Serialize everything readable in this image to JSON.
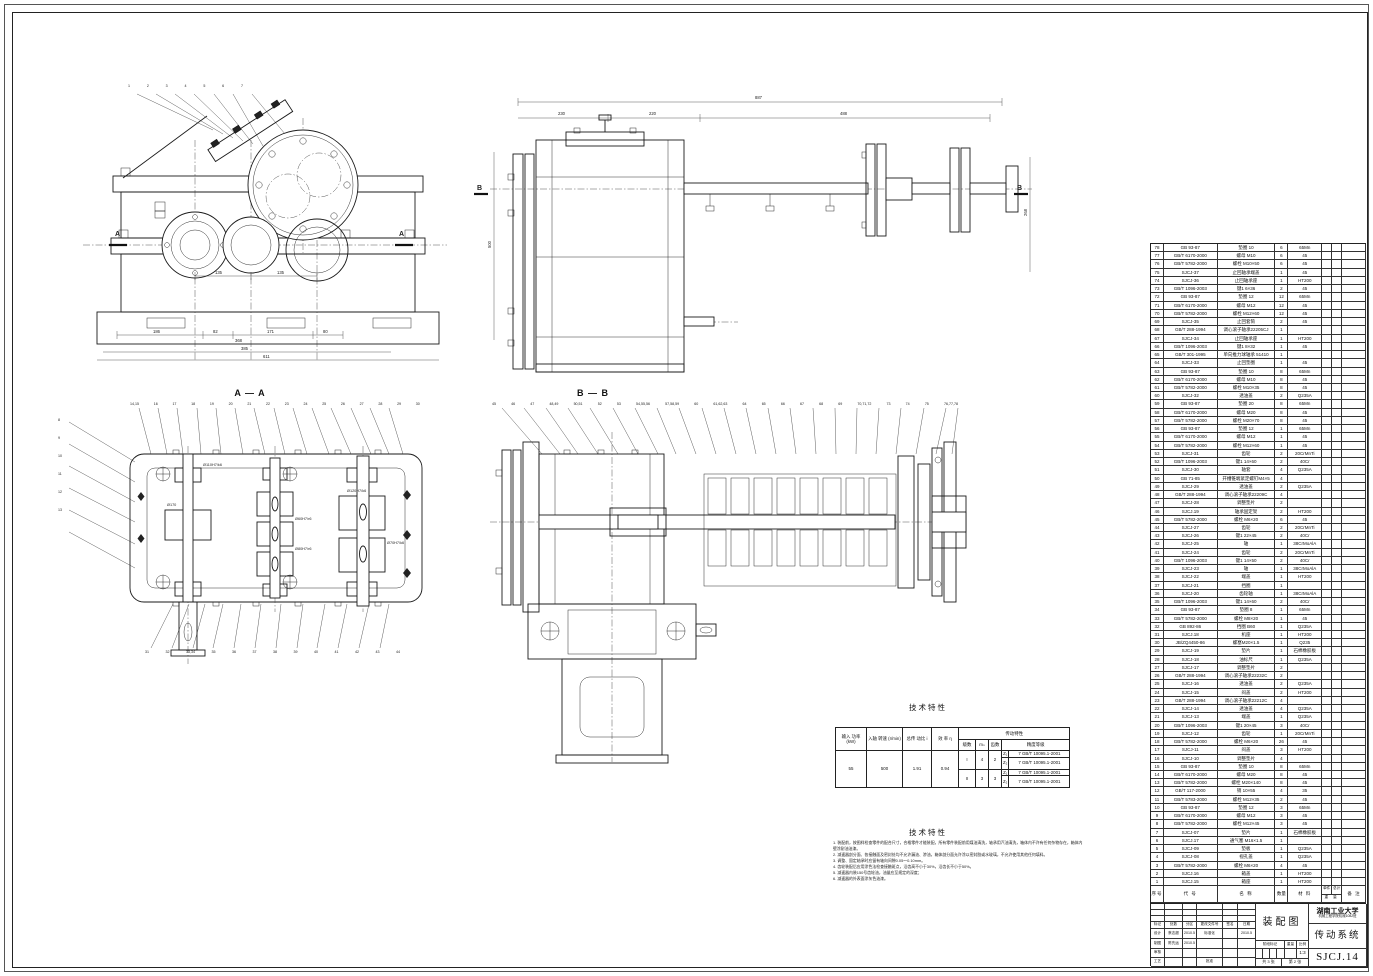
{
  "views": {
    "front": {
      "section_letter": "A",
      "leaders": [
        "1",
        "2",
        "3",
        "4",
        "5",
        "6",
        "7"
      ],
      "dim_centers": [
        "135",
        "135"
      ],
      "dim_base": [
        "186",
        "82",
        "171",
        "80"
      ],
      "dim_overall": [
        "368",
        "385",
        "611"
      ]
    },
    "side": {
      "section_letter": "B",
      "dim_total": "887",
      "dims_top": [
        "230",
        "220",
        "488"
      ],
      "dim_left": "500",
      "dim_right": "268"
    },
    "sectionA": {
      "title": "A — A",
      "leaders_top": [
        "14,15",
        "16",
        "17",
        "18",
        "19",
        "20",
        "21",
        "22",
        "23",
        "24",
        "25",
        "26",
        "27",
        "28",
        "29",
        "30"
      ],
      "leaders_bottom": [
        "31",
        "32",
        "33,34",
        "35",
        "36",
        "37",
        "38",
        "39",
        "40",
        "41",
        "42",
        "43",
        "44"
      ],
      "leaders_left": [
        "8",
        "9",
        "10",
        "11",
        "12",
        "13"
      ],
      "callouts": [
        "Ø110H7/k6",
        "Ø170",
        "Ø60H7/r6",
        "Ø80H7/r6",
        "Ø120H7/k6",
        "Ø70H7/k6"
      ]
    },
    "sectionB": {
      "title": "B — B",
      "leaders_top": [
        "45",
        "46",
        "47",
        "48,49",
        "50,51",
        "52",
        "53",
        "54,55,56",
        "57,58,59",
        "60",
        "61,62,63",
        "64",
        "65",
        "66",
        "67",
        "68",
        "69",
        "70,71,72",
        "73",
        "74",
        "75",
        "76,77,78"
      ]
    }
  },
  "tech_table": {
    "caption": "技术特性",
    "headers": {
      "power": "输入 功率 (kW)",
      "speed": "入轴 转速 (r/min)",
      "ratio": "总传 动比 i",
      "eff": "效 率 η",
      "drive": "传动特性",
      "stage": "级数",
      "module": "mₙ",
      "teeth": "齿数",
      "grade": "精度等级"
    },
    "values": {
      "power": "55",
      "speed": "500",
      "ratio": "1.91",
      "eff": "0.94"
    },
    "stages": [
      {
        "stage": "I",
        "module": "4",
        "teeth": "2",
        "z1": "Z₁",
        "z1_grade": "7 GB/T 10095.1-2001",
        "z2": "Z₂",
        "z2_grade": "7 GB/T 10095.1-2001"
      },
      {
        "stage": "II",
        "module": "3",
        "teeth": "3",
        "z1": "Z₁",
        "z1_grade": "7 GB/T 10095.1-2001",
        "z2": "Z₂",
        "z2_grade": "7 GB/T 10095.1-2001"
      }
    ]
  },
  "notes": {
    "title": "技术特性",
    "items": [
      "1. 装配前，按图样检查零件的配合尺寸，合格零件才能装配，所有零件装配前用煤油清洗，轴承用汽油清洗，箱体内不许有任何杂物存在，箱体内壁涂耐油油漆。",
      "2. 减速器剖分面、各接触面及密封处均不允许漏油、渗油，箱体剖分面允许涂以密封胶或水玻璃，不允许使用其他任何填料。",
      "3. 调整、固定轴承时应留有轴向间隙0.05～0.10mm。",
      "4. 齿轮装配后应用涂色法检查接触斑点，沿齿高不小于30%，沿齿长不小于50%。",
      "5. 减速器内装150号齿轮油，油量应至规定的深度；",
      "6. 减速器的外表面涂灰色油漆。"
    ]
  },
  "bom": {
    "headers": {
      "seq": "序号",
      "code": "代 号",
      "name": "名 称",
      "qty": "数量",
      "material": "材 料",
      "unit": "单件",
      "total": "总计",
      "weight": "重 量",
      "remark": "备 注"
    },
    "rows": [
      [
        "78",
        "GB 93-87",
        "垫圈 10",
        "6",
        "65Mn"
      ],
      [
        "77",
        "GB/T 6170-2000",
        "螺母 M10",
        "6",
        "45"
      ],
      [
        "76",
        "GB/T 5782-2000",
        "螺栓 M10×50",
        "6",
        "45"
      ],
      [
        "75",
        "SJCJ-37",
        "止回轴承端盖",
        "1",
        "45"
      ],
      [
        "74",
        "SJCJ-36",
        "止回轴承座",
        "1",
        "HT200"
      ],
      [
        "73",
        "GB/T 1096-2003",
        "键1 6×36",
        "2",
        "45"
      ],
      [
        "72",
        "GB 93-87",
        "垫圈 12",
        "12",
        "65Mn"
      ],
      [
        "71",
        "GB/T 6170-2000",
        "螺母 M12",
        "12",
        "45"
      ],
      [
        "70",
        "GB/T 5782-2000",
        "螺栓 M12×60",
        "12",
        "45"
      ],
      [
        "69",
        "SJCJ-35",
        "止回套筒",
        "2",
        "45"
      ],
      [
        "68",
        "GB/T 288-1994",
        "调心滚子轴承22205CJ",
        "1",
        ""
      ],
      [
        "67",
        "SJCJ-34",
        "止回轴承座",
        "1",
        "HT200"
      ],
      [
        "66",
        "GB/T 1096-2003",
        "键1 8×32",
        "1",
        "45"
      ],
      [
        "65",
        "GB/T 301-1995",
        "单向推力球轴承 51410",
        "1",
        ""
      ],
      [
        "64",
        "SJCJ-33",
        "止回垫圈",
        "1",
        "45"
      ],
      [
        "63",
        "GB 93-87",
        "垫圈 10",
        "8",
        "65Mn"
      ],
      [
        "62",
        "GB/T 6170-2000",
        "螺母 M10",
        "8",
        "45"
      ],
      [
        "61",
        "GB/T 5782-2000",
        "螺栓 M10×35",
        "8",
        "45"
      ],
      [
        "60",
        "SJCJ-32",
        "透油盖",
        "2",
        "Q235A"
      ],
      [
        "59",
        "GB 93-87",
        "垫圈 20",
        "8",
        "65Mn"
      ],
      [
        "58",
        "GB/T 6170-2000",
        "螺母 M20",
        "8",
        "45"
      ],
      [
        "57",
        "GB/T 5782-2000",
        "螺栓 M20×70",
        "8",
        "45"
      ],
      [
        "56",
        "GB 93-87",
        "垫圈 12",
        "1",
        "65Mn"
      ],
      [
        "55",
        "GB/T 6170-2000",
        "螺母 M12",
        "1",
        "45"
      ],
      [
        "54",
        "GB/T 5782-2000",
        "螺栓 M12×60",
        "1",
        "45"
      ],
      [
        "53",
        "SJCJ-31",
        "齿轮",
        "2",
        "20CrMnTi"
      ],
      [
        "52",
        "GB/T 1096-2003",
        "键1 14×60",
        "2",
        "40Cr"
      ],
      [
        "51",
        "SJCJ-30",
        "轴套",
        "4",
        "Q235A"
      ],
      [
        "50",
        "GB 71-85",
        "开槽锥端紧定螺钉M4×5",
        "4",
        ""
      ],
      [
        "49",
        "SJCJ-29",
        "透油盖",
        "2",
        "Q235A"
      ],
      [
        "48",
        "GB/T 288-1994",
        "调心滚子轴承22209C",
        "4",
        ""
      ],
      [
        "47",
        "SJCJ-28",
        "调整垫片",
        "2",
        ""
      ],
      [
        "46",
        "SJCJ.19",
        "轴承固定架",
        "2",
        "HT200"
      ],
      [
        "45",
        "GB/T 5782-2000",
        "螺栓 M6×20",
        "6",
        "45"
      ],
      [
        "44",
        "SJCJ-27",
        "齿轮",
        "2",
        "20CrMnTi"
      ],
      [
        "43",
        "SJCJ-26",
        "键1 22×45",
        "2",
        "40Cr"
      ],
      [
        "42",
        "SJCJ-25",
        "轴",
        "1",
        "38CrMoAlA"
      ],
      [
        "41",
        "SJCJ-24",
        "齿轮",
        "2",
        "20CrMnTi"
      ],
      [
        "40",
        "GB/T 1096-2003",
        "键1 14×50",
        "2",
        "40Cr"
      ],
      [
        "39",
        "SJCJ-23",
        "轴",
        "1",
        "38CrMoAlA"
      ],
      [
        "38",
        "SJCJ-22",
        "端盖",
        "1",
        "HT200"
      ],
      [
        "37",
        "SJCJ-21",
        "挡圈",
        "1",
        ""
      ],
      [
        "36",
        "SJCJ-20",
        "齿轮轴",
        "1",
        "38CrMoAlA"
      ],
      [
        "35",
        "GB/T 1096-2003",
        "键1 14×60",
        "2",
        "40Cr"
      ],
      [
        "34",
        "GB 93-87",
        "垫圈 8",
        "1",
        "65Mn"
      ],
      [
        "33",
        "GB/T 5782-2000",
        "螺栓 M8×20",
        "1",
        "45"
      ],
      [
        "32",
        "GB 892-86",
        "挡圈 B60",
        "1",
        "Q235A"
      ],
      [
        "31",
        "SJCJ.18",
        "机座",
        "1",
        "HT200"
      ],
      [
        "30",
        "JB/ZQ4450-86",
        "螺塞M20×1.5",
        "1",
        "Q235"
      ],
      [
        "29",
        "SJCJ-19",
        "垫片",
        "1",
        "石棉橡胶板"
      ],
      [
        "28",
        "SJCJ-18",
        "油标尺",
        "1",
        "Q235A"
      ],
      [
        "27",
        "SJCJ-17",
        "调整垫片",
        "2",
        ""
      ],
      [
        "26",
        "GB/T 288-1994",
        "调心滚子轴承22232C",
        "2",
        ""
      ],
      [
        "25",
        "SJCJ-16",
        "透油盖",
        "2",
        "Q235A"
      ],
      [
        "24",
        "SJCJ-15",
        "闷盖",
        "2",
        "HT200"
      ],
      [
        "23",
        "GB/T 288-1994",
        "调心滚子轴承22212C",
        "4",
        ""
      ],
      [
        "22",
        "SJCJ-14",
        "透油盖",
        "4",
        "Q235A"
      ],
      [
        "21",
        "SJCJ-13",
        "端盖",
        "1",
        "Q235A"
      ],
      [
        "20",
        "GB/T 1096-2003",
        "键1 20×45",
        "3",
        "40Cr"
      ],
      [
        "19",
        "SJCJ-12",
        "齿轮",
        "1",
        "20CrMnTi"
      ],
      [
        "18",
        "GB/T 5782-2000",
        "螺栓 M6×20",
        "26",
        "45"
      ],
      [
        "17",
        "SJCJ-11",
        "闷盖",
        "3",
        "HT200"
      ],
      [
        "16",
        "SJCJ-10",
        "调整垫片",
        "4",
        ""
      ],
      [
        "15",
        "GB 93-87",
        "垫圈 10",
        "8",
        "65Mn"
      ],
      [
        "14",
        "GB/T 6170-2000",
        "螺母 M20",
        "8",
        "45"
      ],
      [
        "13",
        "GB/T 5782-2000",
        "螺栓 M20×140",
        "8",
        "45"
      ],
      [
        "12",
        "GB/T 117-2000",
        "销 10×55",
        "4",
        "35"
      ],
      [
        "11",
        "GB/T 5783-2000",
        "螺栓 M12×35",
        "2",
        "45"
      ],
      [
        "10",
        "GB 93-87",
        "垫圈 12",
        "3",
        "65Mn"
      ],
      [
        "9",
        "GB/T 6170-2000",
        "螺母 M12",
        "3",
        "45"
      ],
      [
        "8",
        "GB/T 5782-2000",
        "螺栓 M12×45",
        "3",
        "45"
      ],
      [
        "7",
        "SJCJ-07",
        "垫片",
        "1",
        "石棉橡胶板"
      ],
      [
        "6",
        "SJCJ.17",
        "通气塞 M16×1.5",
        "1",
        ""
      ],
      [
        "5",
        "SJCJ-09",
        "垫板",
        "1",
        "Q235A"
      ],
      [
        "4",
        "SJCJ-08",
        "视孔盖",
        "1",
        "Q235A"
      ],
      [
        "3",
        "GB/T 5782-2000",
        "螺栓 M6×20",
        "4",
        "45"
      ],
      [
        "2",
        "SJCJ.16",
        "箱盖",
        "1",
        "HT200"
      ],
      [
        "1",
        "SJCJ.15",
        "箱座",
        "1",
        "HT200"
      ]
    ]
  },
  "title_block": {
    "drawing_type": "装配图",
    "school": "湖南工业大学",
    "class_line": "机械工程学院机械1082班",
    "product": "传动系统",
    "drawing_no": "SJCJ.14",
    "scale_value": "1:3",
    "sheet_total": "共 3 张",
    "sheet_current": "第 2 张",
    "rev_headers": {
      "mark": "标记",
      "count": "处数",
      "zone": "分区",
      "doc_no": "更改文件号",
      "sign": "签名",
      "date": "日期"
    },
    "roles": {
      "design": "设计",
      "design_name": "蔡志超",
      "design_date": "2010.5",
      "std": "标准化",
      "std_date": "2010.5",
      "draw": "制图",
      "draw_name": "陈先运",
      "draw_date": "2010.5",
      "check": "审核",
      "craft": "工艺",
      "approve": "批准"
    },
    "stage_mark": "阶段标记",
    "weight": "重量",
    "scale": "比例"
  }
}
